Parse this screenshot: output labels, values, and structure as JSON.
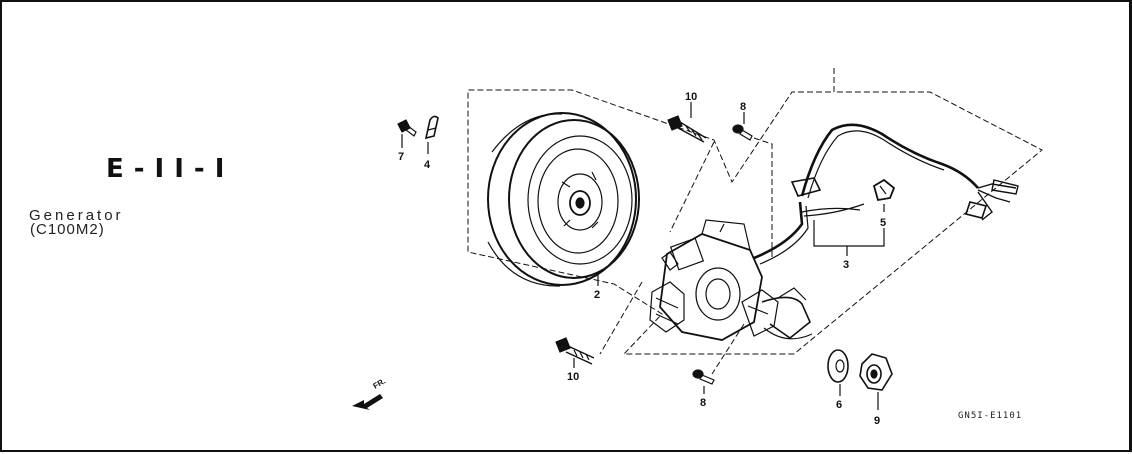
{
  "section": {
    "code": "E-II-I",
    "title": "Generator",
    "model": "(C100M2)"
  },
  "figure_ref": "GN5I-E1101",
  "direction_label": "FR.",
  "callouts": [
    {
      "id": "10",
      "part": "bolt-upper"
    },
    {
      "id": "8",
      "part": "screw-upper"
    },
    {
      "id": "7",
      "part": "bolt-small"
    },
    {
      "id": "4",
      "part": "clamp"
    },
    {
      "id": "2",
      "part": "flywheel"
    },
    {
      "id": "5",
      "part": "grommet"
    },
    {
      "id": "3",
      "part": "stator-harness"
    },
    {
      "id": "10",
      "part": "bolt-lower"
    },
    {
      "id": "8",
      "part": "screw-lower"
    },
    {
      "id": "6",
      "part": "washer"
    },
    {
      "id": "9",
      "part": "nut"
    }
  ]
}
